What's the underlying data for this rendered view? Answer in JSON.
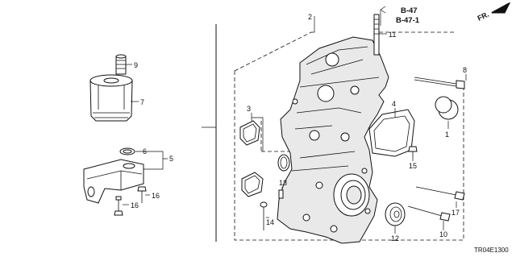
{
  "callouts": {
    "c1": "1",
    "c2": "2",
    "c3": "3",
    "c4": "4",
    "c5": "5",
    "c6": "6",
    "c7": "7",
    "c8": "8",
    "c9": "9",
    "c10": "10",
    "c11": "11",
    "c12": "12",
    "c13": "13",
    "c14": "14",
    "c15": "15",
    "c16a": "16",
    "c16b": "16",
    "c17": "17"
  },
  "references": {
    "ref1": "B-47",
    "ref2": "B-47-1"
  },
  "direction_label": "FR.",
  "diagram_code": "TR04E1300"
}
